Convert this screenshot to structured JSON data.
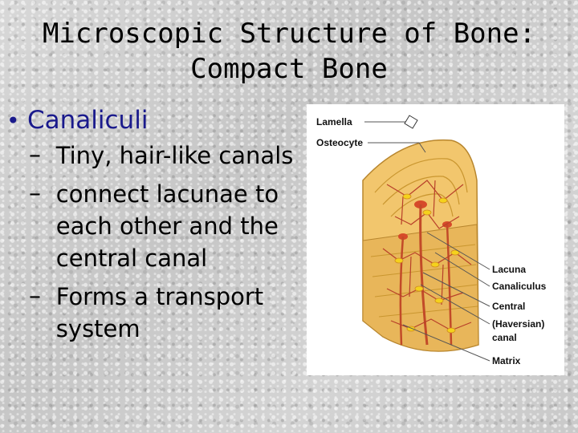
{
  "slide": {
    "title_line1": "Microscopic Structure of Bone:",
    "title_line2": "Compact Bone"
  },
  "bullets": {
    "main": "Canaliculi",
    "sub": [
      "Tiny, hair-like canals",
      "connect lacunae to each other and the central canal",
      "Forms a transport system"
    ]
  },
  "figure": {
    "labels": {
      "lamella": "Lamella",
      "osteocyte": "Osteocyte",
      "lacuna": "Lacuna",
      "canaliculus": "Canaliculus",
      "central1": "Central",
      "central2": "(Haversian)",
      "central3": "canal",
      "matrix": "Matrix"
    },
    "colors": {
      "bone": "#f2c66d",
      "canal": "#c24a28",
      "lacuna": "#f5d21c"
    }
  }
}
